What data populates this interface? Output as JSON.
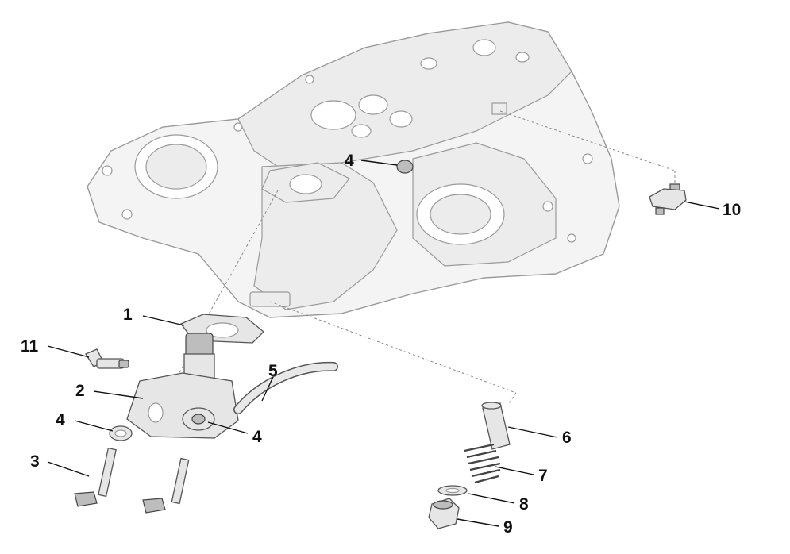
{
  "callouts": [
    {
      "id": "1",
      "text": "1"
    },
    {
      "id": "2",
      "text": "2"
    },
    {
      "id": "3",
      "text": "3"
    },
    {
      "id": "4a",
      "text": "4"
    },
    {
      "id": "4b",
      "text": "4"
    },
    {
      "id": "4c",
      "text": "4"
    },
    {
      "id": "5",
      "text": "5"
    },
    {
      "id": "6",
      "text": "6"
    },
    {
      "id": "7",
      "text": "7"
    },
    {
      "id": "8",
      "text": "8"
    },
    {
      "id": "9",
      "text": "9"
    },
    {
      "id": "10",
      "text": "10"
    },
    {
      "id": "11",
      "text": "11"
    }
  ]
}
